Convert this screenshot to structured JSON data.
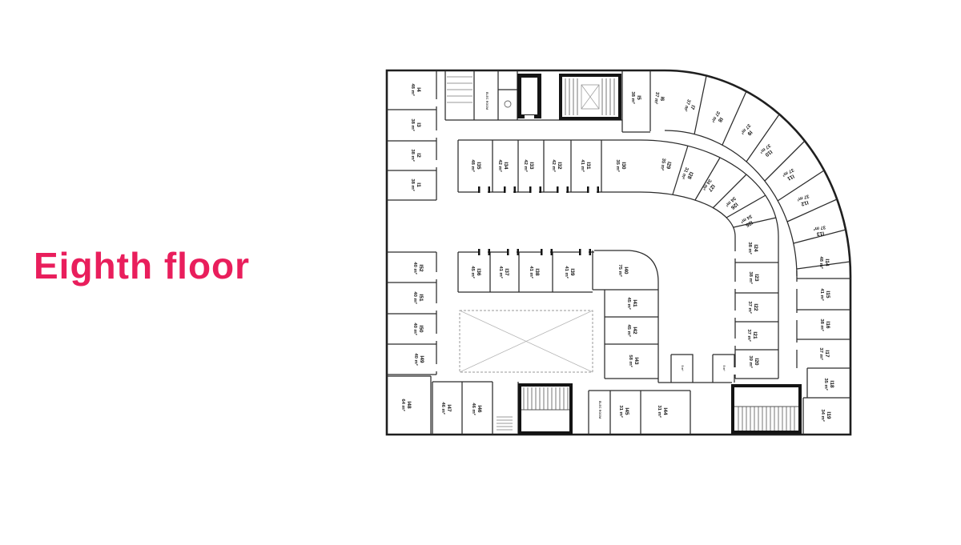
{
  "title": {
    "text": "Eighth floor"
  },
  "theme": {
    "title_color": "#e91e5c",
    "wall_color": "#1f1f1f"
  },
  "floor_plan": {
    "rooms": [
      {
        "id": "I1",
        "area": "38 m²"
      },
      {
        "id": "I2",
        "area": "38 m²"
      },
      {
        "id": "I3",
        "area": "38 m²"
      },
      {
        "id": "I4",
        "area": "48 m²"
      },
      {
        "id": "I5",
        "area": "38 m²"
      },
      {
        "id": "I6",
        "area": "37 m²"
      },
      {
        "id": "I7",
        "area": "37 m²"
      },
      {
        "id": "I8",
        "area": "37 m²"
      },
      {
        "id": "I9",
        "area": "37 m²"
      },
      {
        "id": "I10",
        "area": "37 m²"
      },
      {
        "id": "I11",
        "area": "37 m²"
      },
      {
        "id": "I12",
        "area": "37 m²"
      },
      {
        "id": "I13",
        "area": "37 m²"
      },
      {
        "id": "I14",
        "area": "48 m²"
      },
      {
        "id": "I15",
        "area": "41 m²"
      },
      {
        "id": "I16",
        "area": "38 m²"
      },
      {
        "id": "I17",
        "area": "37 m²"
      },
      {
        "id": "I18",
        "area": "35 m²"
      },
      {
        "id": "I19",
        "area": "34 m²"
      },
      {
        "id": "I20",
        "area": "39 m²"
      },
      {
        "id": "I21",
        "area": "37 m²"
      },
      {
        "id": "I22",
        "area": "37 m²"
      },
      {
        "id": "I23",
        "area": "38 m²"
      },
      {
        "id": "I24",
        "area": "38 m²"
      },
      {
        "id": "I25",
        "area": "34 m²"
      },
      {
        "id": "I26",
        "area": "34 m²"
      },
      {
        "id": "I27",
        "area": "34 m²"
      },
      {
        "id": "I28",
        "area": "31 m²"
      },
      {
        "id": "I29",
        "area": "35 m²"
      },
      {
        "id": "I30",
        "area": "35 m²"
      },
      {
        "id": "I31",
        "area": "41 m²"
      },
      {
        "id": "I32",
        "area": "42 m²"
      },
      {
        "id": "I33",
        "area": "42 m²"
      },
      {
        "id": "I34",
        "area": "42 m²"
      },
      {
        "id": "I35",
        "area": "48 m²"
      },
      {
        "id": "I36",
        "area": "45 m²"
      },
      {
        "id": "I37",
        "area": "41 m²"
      },
      {
        "id": "I38",
        "area": "41 m²"
      },
      {
        "id": "I39",
        "area": "41 m²"
      },
      {
        "id": "I40",
        "area": "75 m²"
      },
      {
        "id": "I41",
        "area": "45 m²"
      },
      {
        "id": "I42",
        "area": "45 m²"
      },
      {
        "id": "I43",
        "area": "58 m²"
      },
      {
        "id": "I44",
        "area": "31 m²"
      },
      {
        "id": "I45",
        "area": "31 m²"
      },
      {
        "id": "I46",
        "area": "46 m²"
      },
      {
        "id": "I47",
        "area": "46 m²"
      },
      {
        "id": "I48",
        "area": "64 m²"
      },
      {
        "id": "I49",
        "area": "40 m²"
      },
      {
        "id": "I50",
        "area": "40 m²"
      },
      {
        "id": "I51",
        "area": "40 m²"
      },
      {
        "id": "I52",
        "area": "40 m²"
      }
    ],
    "service_labels": [
      {
        "id": "elec-top",
        "text": "ELEC ROOM"
      },
      {
        "id": "elec-bottom",
        "text": "ELEC ROOM"
      }
    ],
    "small_rooms": [
      {
        "id": "shaft-1",
        "text": "5 m²"
      },
      {
        "id": "shaft-2",
        "text": "5 m²"
      }
    ]
  }
}
